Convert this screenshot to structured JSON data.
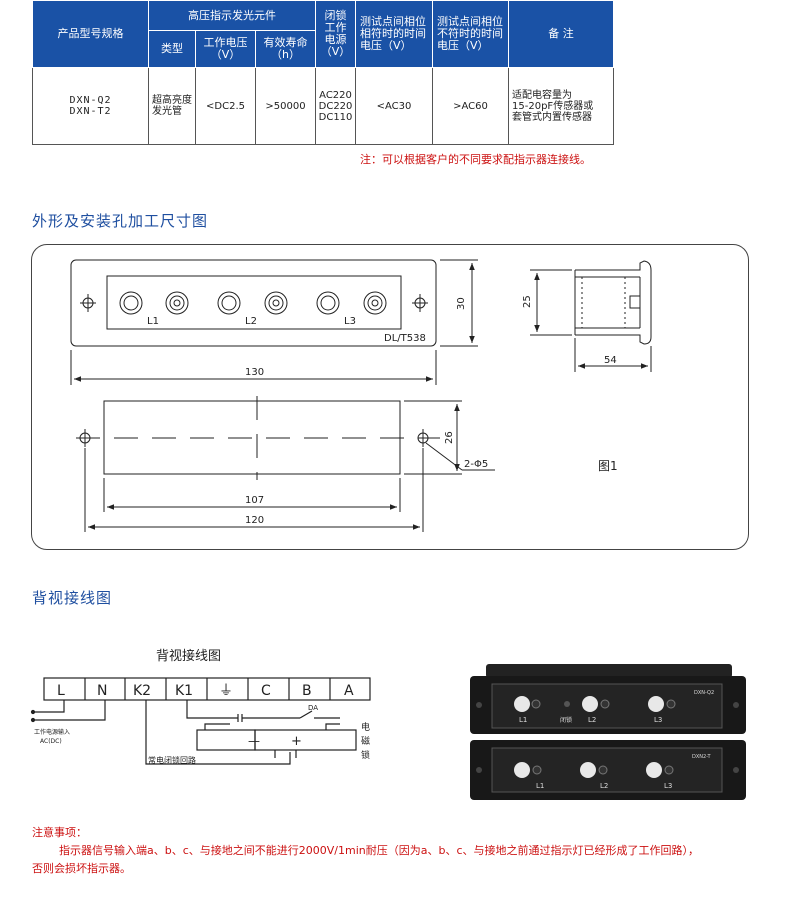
{
  "table": {
    "headers": {
      "model": "产品型号规格",
      "hv_group": "高压指示发光元件",
      "type": "类型",
      "voltage_l1": "工作电压",
      "voltage_l2": "（V）",
      "life_l1": "有效寿命",
      "life_l2": "（h）",
      "lock_l1": "闭锁",
      "lock_l2": "工作",
      "lock_l3": "电源",
      "lock_l4": "（V）",
      "match_l1": "测试点间相位",
      "match_l2": "相符时的时间",
      "match_l3": "电压（V）",
      "mismatch_l1": "测试点间相位",
      "mismatch_l2": "不符时的时间",
      "mismatch_l3": "电压（V）",
      "remark": "备  注"
    },
    "row": {
      "model_1": "DXN-Q2",
      "model_2": "DXN-T2",
      "type_1": "超高亮度",
      "type_2": "发光管",
      "voltage": "<DC2.5",
      "life": ">50000",
      "lock_1": "AC220",
      "lock_2": "DC220",
      "lock_3": "DC110",
      "match": "<AC30",
      "mismatch": ">AC60",
      "remark_1": "适配电容量为",
      "remark_2": "15-20pF传感器或",
      "remark_3": "套管式内置传感器"
    },
    "note": "注：可以根据客户的不同要求配指示器连接线。"
  },
  "section_dimensions": {
    "title": "外形及安装孔加工尺寸图"
  },
  "drawing": {
    "label_l1": "L1",
    "label_l2": "L2",
    "label_l3": "L3",
    "model_code": "DL/T538",
    "dim_130": "130",
    "dim_30": "30",
    "dim_25": "25",
    "dim_54": "54",
    "dim_26": "26",
    "dim_107": "107",
    "dim_120": "120",
    "hole_spec": "2-Φ5",
    "figure": "图1"
  },
  "section_wiring": {
    "title": "背视接线图"
  },
  "wiring": {
    "title": "背视接线图",
    "terminals": [
      "L",
      "N",
      "K2",
      "K1",
      "⏚",
      "C",
      "B",
      "A"
    ],
    "label_input_1": "工作电源输入",
    "label_input_2": "AC(DC)",
    "label_contact": "常电闭锁回路",
    "label_da": "DA",
    "label_lock_1": "电",
    "label_lock_2": "磁",
    "label_lock_3": "锁",
    "minus": "—",
    "plus": "+"
  },
  "photo": {
    "model_top": "DXN-Q2",
    "model_bottom": "DXN2-T",
    "label_lock": "闭锁",
    "l1": "L1",
    "l2": "L2",
    "l3": "L3"
  },
  "notice": {
    "title": "注意事项：",
    "line1": "指示器信号输入端a、b、c、与接地之间不能进行2000V/1min耐压（因为a、b、c、与接地之前通过指示灯已经形成了工作回路），",
    "line2": "否则会损坏指示器。"
  },
  "colors": {
    "header_blue": "#1a52a6",
    "title_blue": "#1f4fa0",
    "red": "#cc1111"
  }
}
